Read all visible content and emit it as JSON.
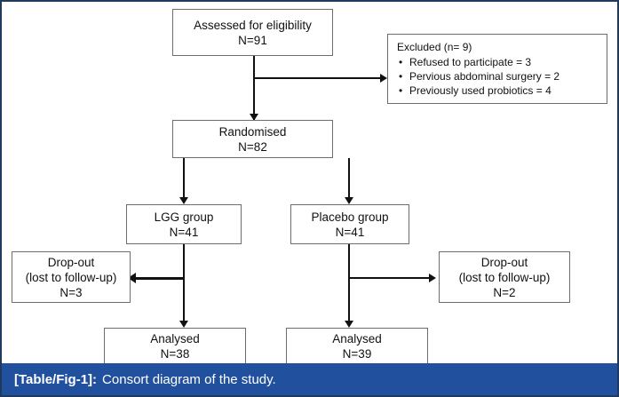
{
  "figure": {
    "border_color": "#1f3a5c",
    "background": "#ffffff"
  },
  "caption": {
    "tag": "[Table/Fig-1]:",
    "text": "Consort diagram of the study.",
    "background_color": "#21509e",
    "text_color": "#ffffff"
  },
  "diagram": {
    "type": "consort-flow-diagram",
    "nodes": {
      "assessed": {
        "line1": "Assessed for eligibility",
        "line2": "N=91"
      },
      "excluded": {
        "title": "Excluded (n= 9)",
        "items": [
          "Refused to participate = 3",
          "Pervious abdominal surgery = 2",
          "Previously used probiotics = 4"
        ]
      },
      "randomised": {
        "line1": "Randomised",
        "line2": "N=82"
      },
      "lgg_group": {
        "line1": "LGG group",
        "line2": "N=41"
      },
      "placebo_group": {
        "line1": "Placebo group",
        "line2": "N=41"
      },
      "dropout_left": {
        "line1": "Drop-out",
        "line2": "(lost to follow-up)",
        "line3": "N=3"
      },
      "dropout_right": {
        "line1": "Drop-out",
        "line2": "(lost to follow-up)",
        "line3": "N=2"
      },
      "analysed_left": {
        "line1": "Analysed",
        "line2": "N=38"
      },
      "analysed_right": {
        "line1": "Analysed",
        "line2": "N=39"
      }
    }
  }
}
